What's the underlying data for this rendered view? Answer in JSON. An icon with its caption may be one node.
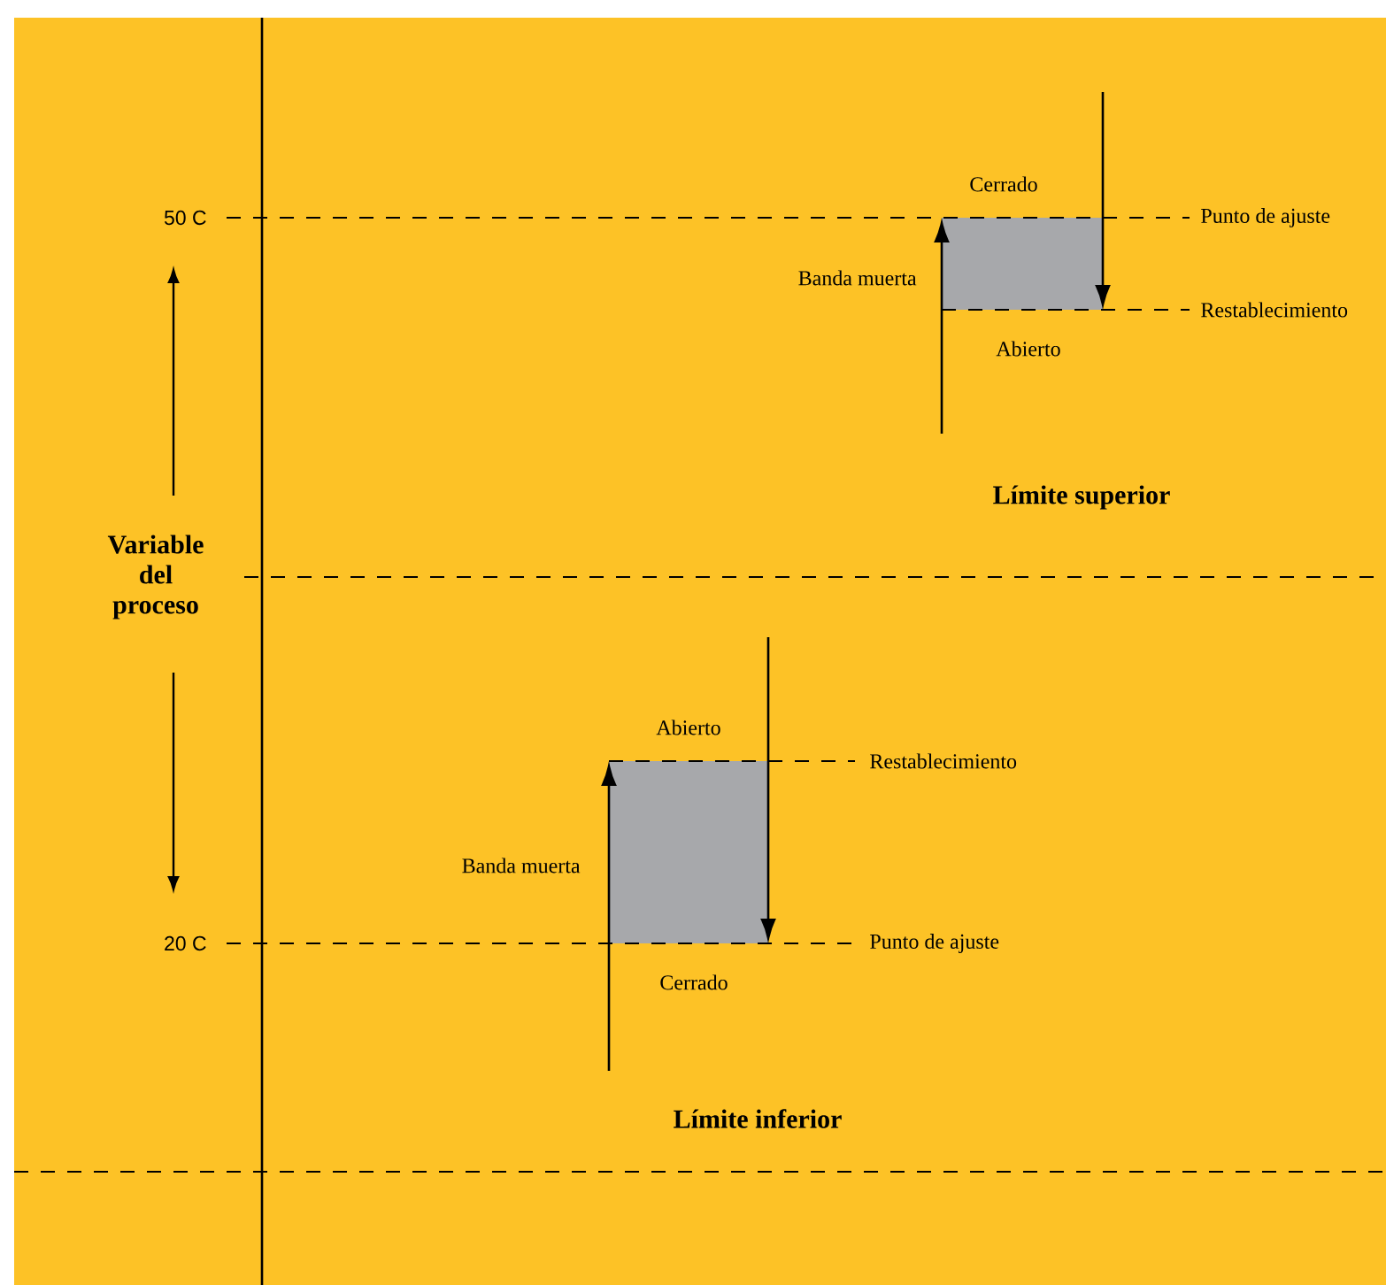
{
  "diagram": {
    "nodes": [
      {
        "text": [],
        "shape": "box"
      },
      {
        "text": [],
        "shape": "box"
      }
    ],
    "labels": [
      "50 C",
      "Cerrado",
      "Punto de ajuste",
      "Banda muerta",
      "Restablecimiento",
      "Abierto",
      "Límite superior",
      "Variable del proceso",
      "Abierto",
      "Restablecimiento",
      "Banda muerta",
      "20 C",
      "Punto de ajuste",
      "Cerrado",
      "Límite inferior"
    ]
  }
}
